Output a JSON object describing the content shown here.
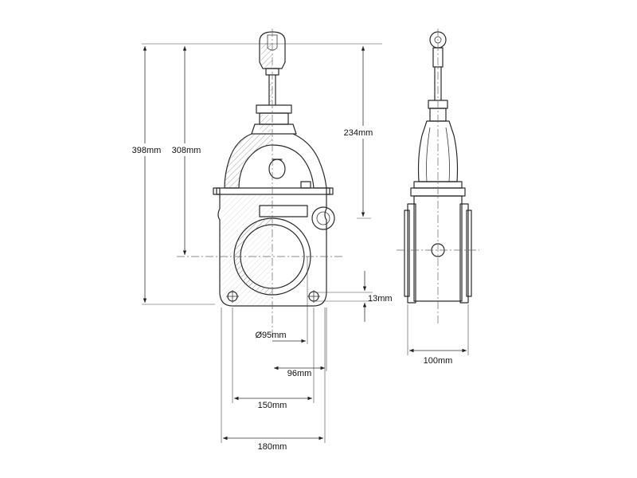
{
  "dimensions": {
    "overall_height": "398mm",
    "center_height": "308mm",
    "top_height": "234mm",
    "flange_thickness": "13mm",
    "bore_diameter": "Ø95mm",
    "half_width": "96mm",
    "bolt_spacing": "150mm",
    "flange_width": "180mm",
    "face_to_face": "100mm"
  }
}
